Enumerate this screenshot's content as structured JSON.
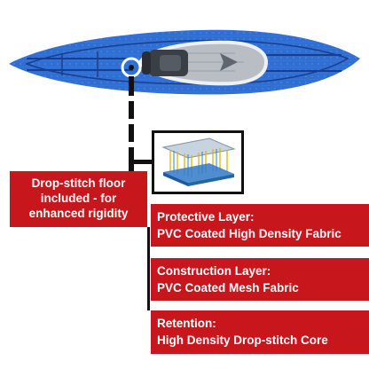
{
  "callouts": {
    "floor": {
      "line1": "Drop-stitch floor",
      "line2": "included - for",
      "line3": "enhanced rigidity"
    },
    "protective": {
      "title": "Protective Layer:",
      "desc": "PVC Coated High Density Fabric"
    },
    "construction": {
      "title": "Construction Layer:",
      "desc": "PVC Coated Mesh Fabric"
    },
    "retention": {
      "title": "Retention:",
      "desc": "High Density Drop-stitch Core"
    }
  },
  "colors": {
    "callout_red": "#c8161d",
    "kayak_blue": "#2f6fd3",
    "kayak_dark": "#1a3e8c",
    "floor_gray": "#b9bec4",
    "seat_dark": "#3a3f45"
  },
  "icons": {
    "kayak": "inflatable-kayak-top-view",
    "layers": "drop-stitch-layers-diagram"
  }
}
